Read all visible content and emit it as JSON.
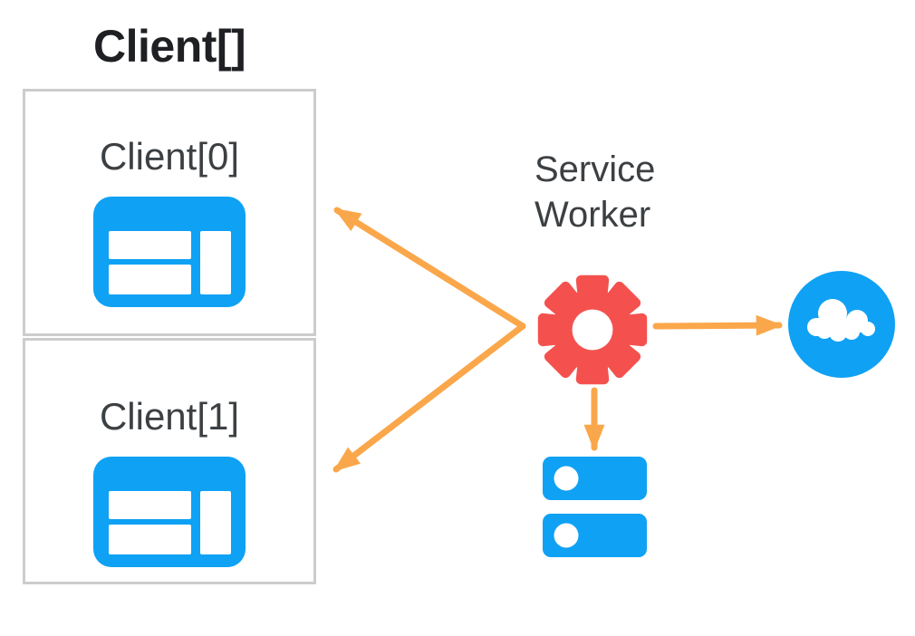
{
  "colors": {
    "blue": "#0fa1f4",
    "red": "#f4514e",
    "orange": "#faa74b",
    "box_border": "#cccccc",
    "label_text": "#3c4043",
    "title_text": "#1f2023",
    "background": "#ffffff"
  },
  "diagram": {
    "title": "Client[]",
    "clients": [
      {
        "label": "Client[0]",
        "icon": "browser-window-icon"
      },
      {
        "label": "Client[1]",
        "icon": "browser-window-icon"
      }
    ],
    "service_worker": {
      "label": "Service Worker",
      "icon": "gear-icon"
    },
    "network": {
      "icon": "cloud-icon"
    },
    "storage": {
      "icon": "server-stack-icon"
    },
    "edges": [
      {
        "from": "service-worker",
        "to": "client-0"
      },
      {
        "from": "service-worker",
        "to": "client-1"
      },
      {
        "from": "service-worker",
        "to": "cloud"
      },
      {
        "from": "service-worker",
        "to": "server-stack"
      }
    ]
  }
}
